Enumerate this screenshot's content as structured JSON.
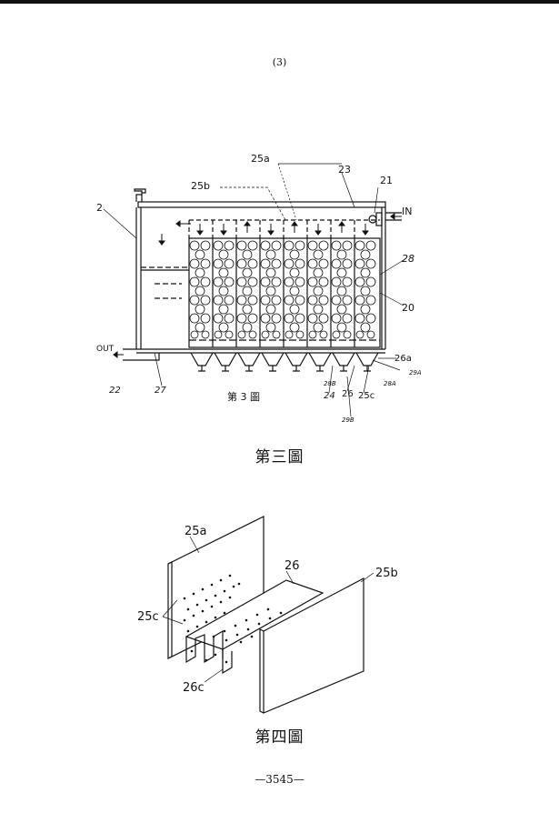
{
  "page": {
    "marker": "(3)",
    "page_number": "—3545—"
  },
  "figure3": {
    "inline_label": "第 3 圖",
    "caption": "第三圖",
    "labels": {
      "l25a": "25a",
      "l23": "23",
      "l21": "21",
      "l25b": "25b",
      "lIN": "IN",
      "l2": "2",
      "l28": "28",
      "l20": "20",
      "lOUT": "OUT",
      "l26a": "26a",
      "l29A": "29A",
      "l28A": "28A",
      "l28B": "28B",
      "l22": "22",
      "l27": "27",
      "l24": "24",
      "l26": "26",
      "l25c": "25c",
      "l29B": "29B"
    }
  },
  "figure4": {
    "caption": "第四圖",
    "labels": {
      "l25a": "25a",
      "l26": "26",
      "l25b": "25b",
      "l25c": "25c",
      "l26c": "26c"
    }
  }
}
